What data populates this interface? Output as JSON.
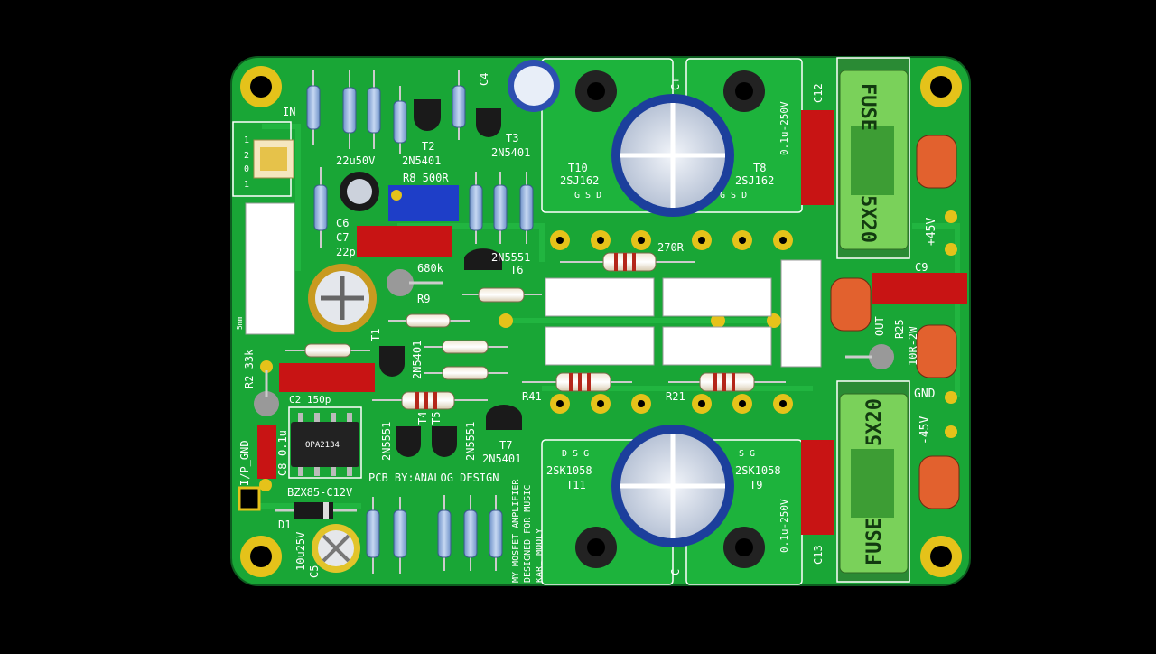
{
  "board": {
    "title_credit": "PCB BY:ANALOG DESIGN",
    "note_lines": [
      "MY MOSFET AMPLIFIER",
      "DESIGNED FOR MUSIC",
      "KARL MOOLY"
    ],
    "input_label": "IN",
    "input_pin_a": "1",
    "input_pin_b": "2",
    "input_pin_c": "0",
    "input_pin_d": "1",
    "ip_gnd_label": "I/P_GND",
    "out_label": "OUT",
    "gnd_label": "GND",
    "plus45_label": "+45V",
    "minus45_label": "-45V",
    "cplus_label": "C+",
    "cminus_label": "C-",
    "cap_rating_top": "0.1u-250V",
    "cap_rating_bottom": "0.1u-250V",
    "chip_label": "OPA2134",
    "resistor_270r": "270R"
  },
  "labels": {
    "t2": "T2",
    "t2p": "2N5401",
    "t3": "T3",
    "t3p": "2N5401",
    "t1": "T1",
    "t1p": "2N5401",
    "t6p": "2N5551",
    "t6": "T6",
    "t4": "T4",
    "t4p": "2N5551",
    "t5": "T5",
    "t5p": "2N5551",
    "t7": "T7",
    "t7p": "2N5401",
    "t10": "T10",
    "t10p": "2SJ162",
    "t8": "T8",
    "t8p": "2SJ162",
    "t11": "T11",
    "t11p": "2SK1058",
    "t9": "T9",
    "t9p": "2SK1058",
    "gsd_left": "G  S  D",
    "gsd_right": "G  S  D",
    "dsg_left": "D  S  G",
    "dsg_right": "S  G",
    "c4": "C4",
    "c6": "C6",
    "c7": "C7",
    "c7v": "22p",
    "c22u": "22u50V",
    "r8": "R8 500R",
    "r9": "R9",
    "r680": "680k",
    "r2": "R2 33k",
    "c2": "C2 150p",
    "c8": "C8",
    "c8v": "0.1u",
    "d1": "D1",
    "bzx": "BZX85-C12V",
    "c5": "C5",
    "c5v": "10u25V",
    "r41": "R41",
    "r21": "R21",
    "c9": "C9",
    "c12": "C12",
    "c13": "C13",
    "r25": "R25",
    "r25v": "10R-2W",
    "fuse_top": "FUSE",
    "fuse_top_size": "5X20",
    "fuse_bot": "FUSE",
    "fuse_bot_size": "5X20",
    "smm": "5mm"
  }
}
